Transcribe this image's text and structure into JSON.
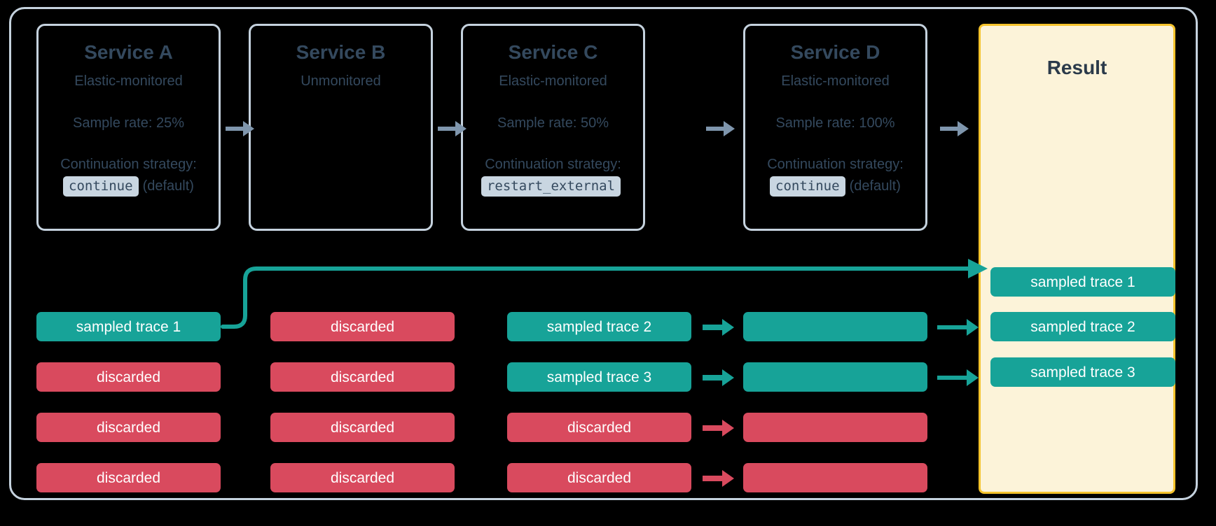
{
  "colors": {
    "background": "#000000",
    "frame_border": "#c5d2de",
    "service_text": "#34495e",
    "result_fill": "#fcf3d9",
    "result_border": "#f5c32c",
    "result_title": "#2b3a4a",
    "sampled": "#17a398",
    "discarded": "#d94a5e",
    "grey_arrow": "#7f96ad",
    "code_badge_bg": "#c9d6e1"
  },
  "services": [
    {
      "title": "Service A",
      "monitoring": "Elastic-monitored",
      "sample_rate": "Sample rate: 25%",
      "strategy_label": "Continuation strategy:",
      "strategy_value": "continue",
      "strategy_note": "(default)"
    },
    {
      "title": "Service B",
      "monitoring": "Unmonitored",
      "sample_rate": "",
      "strategy_label": "",
      "strategy_value": "",
      "strategy_note": ""
    },
    {
      "title": "Service C",
      "monitoring": "Elastic-monitored",
      "sample_rate": "Sample rate: 50%",
      "strategy_label": "Continuation strategy:",
      "strategy_value": "restart_external",
      "strategy_note": ""
    },
    {
      "title": "Service D",
      "monitoring": "Elastic-monitored",
      "sample_rate": "Sample rate: 100%",
      "strategy_label": "Continuation strategy:",
      "strategy_value": "continue",
      "strategy_note": "(default)"
    }
  ],
  "result": {
    "title": "Result",
    "chips": [
      {
        "label": "sampled trace 1",
        "state": "sampled"
      },
      {
        "label": "sampled trace 2",
        "state": "sampled"
      },
      {
        "label": "sampled trace 3",
        "state": "sampled"
      }
    ]
  },
  "columns": [
    {
      "service": "Service A",
      "chips": [
        {
          "label": "sampled trace 1",
          "state": "sampled"
        },
        {
          "label": "discarded",
          "state": "discarded"
        },
        {
          "label": "discarded",
          "state": "discarded"
        },
        {
          "label": "discarded",
          "state": "discarded"
        }
      ]
    },
    {
      "service": "Service B",
      "chips": [
        {
          "label": "discarded",
          "state": "discarded"
        },
        {
          "label": "discarded",
          "state": "discarded"
        },
        {
          "label": "discarded",
          "state": "discarded"
        },
        {
          "label": "discarded",
          "state": "discarded"
        }
      ]
    },
    {
      "service": "Service C",
      "chips": [
        {
          "label": "sampled trace 2",
          "state": "sampled"
        },
        {
          "label": "sampled trace 3",
          "state": "sampled"
        },
        {
          "label": "discarded",
          "state": "discarded"
        },
        {
          "label": "discarded",
          "state": "discarded"
        }
      ]
    },
    {
      "service": "Service D",
      "chips": [
        {
          "label": "",
          "state": "sampled"
        },
        {
          "label": "",
          "state": "sampled"
        },
        {
          "label": "",
          "state": "discarded"
        },
        {
          "label": "",
          "state": "discarded"
        }
      ]
    }
  ],
  "icons": {
    "flow_arrow": "arrow-right-icon",
    "curved_connector": "curved-connector-icon"
  }
}
